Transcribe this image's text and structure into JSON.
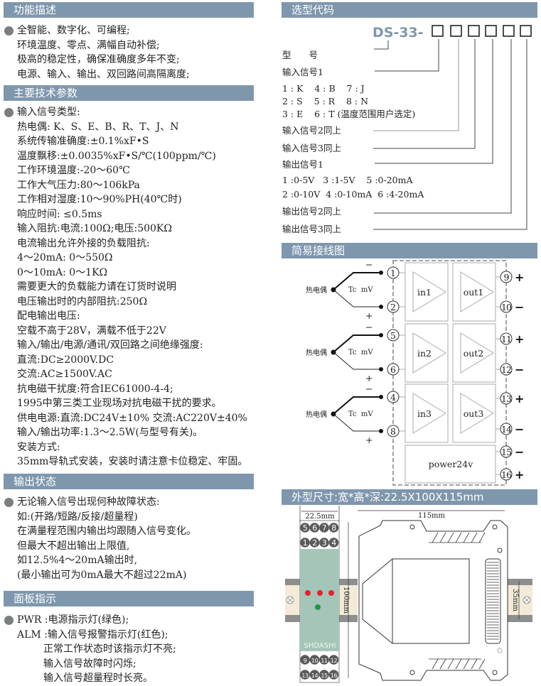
{
  "sections": {
    "function": {
      "title": "功能描述",
      "lines": [
        "全智能、数字化、可编程;",
        "环境温度、零点、满幅自动补偿;",
        "极高的稳定性，确保准确度多年不变;",
        "电源、输入、输出、双回路间高隔离度;"
      ]
    },
    "specs": {
      "title": "主要技术参数",
      "lines": [
        "输入信号类型:",
        "热电偶: K、S、E、B、R、T、J、N",
        "系统传输准确度:±0.1%xF•S",
        "温度飘移:±0.0035%xF•S/℃(100ppm/℃)",
        "工作环境温度:-20～60℃",
        "工作大气压力:80～106kPa",
        "工作相对湿度:10～90%PH(40℃时)",
        "响应时间: ≤0.5ms",
        "输入阻抗:电流:100Ω;电压:500KΩ",
        "电流输出允许外接的负载阻抗:",
        "4～20mA: 0～550Ω",
        "0～10mA: 0～1KΩ",
        "需要更大的负载能力请在订货时说明",
        "电压输出时的内部阻抗:250Ω",
        "配电输出电压:",
        "空载不高于28V，满载不低于22V",
        "输入/输出/电源/通讯/双回路之间绝缘强度:",
        "直流:DC≥2000V.DC",
        "交流:AC≥1500V.AC",
        "抗电磁干扰度:符合IEC61000-4-4;",
        "1995中第三类工业现场对抗电磁干扰的要求。",
        "供电电源:直流:DC24V±10% 交流:AC220V±40%",
        "输入/输出功率:1.3～2.5W(与型号有关)。",
        "安装方式:",
        "35mm导轨式安装，安装时请注意卡位稳定、牢固。"
      ]
    },
    "output": {
      "title": "输出状态",
      "lines": [
        "无论输入信号出现何种故障状态:",
        "如:(开路/短路/反接/超量程)",
        "在满量程范围内输出均跟随入信号变化。",
        "但最大不超出输出上限值,",
        "如12.5%4～20mA输出时,",
        "(最小输出可为0mA最大不超过22mA)"
      ]
    },
    "panel": {
      "title": "面板指示",
      "lines": [
        "PWR :电源指示灯(绿色);",
        "ALM :输入信号报警指示灯(红色);",
        "正常工作状态时该指示灯不亮;",
        "输入信号故障时闪烁;",
        "输入信号超量程时长亮。"
      ]
    }
  },
  "selection": {
    "title": "选型代码",
    "model_code": "DS-33-",
    "model_label": "型　　号",
    "input1": "输入信号1",
    "input_codes": [
      "1 : K    4 : B    7 : J",
      "2 : S    5 : R    8 : N",
      "3 : E    6 : T (温度范围用户选定)"
    ],
    "input2": "输入信号2同上",
    "input3": "输入信号3同上",
    "output1": "输出信号1",
    "output_codes": [
      "1 :0-5V   3 :1-5V    5 :0-20mA",
      "2 :0-10V  4 :0-10mA  6 :4-20mA"
    ],
    "output2": "输出信号2同上",
    "output3": "输出信号3同上"
  },
  "wiring": {
    "title": "简易接线图",
    "sensor_label": "热电偶",
    "tc_label": "Tc  mV",
    "minus": "−",
    "plus": "+",
    "in_blocks": [
      "in1",
      "in2",
      "in3"
    ],
    "out_blocks": [
      "out1",
      "out2",
      "out3"
    ],
    "power_block": "power24v",
    "left_terminals": [
      "1",
      "2",
      "5",
      "6",
      "4",
      "8"
    ],
    "right_terminals": [
      "9",
      "10",
      "11",
      "12",
      "13",
      "14",
      "15",
      "16"
    ],
    "right_signs": [
      "+",
      "−",
      "+",
      "−",
      "+",
      "−",
      "−",
      "+"
    ]
  },
  "dimensions": {
    "title": "外型尺寸:宽*高*深:22.5X100X115mm",
    "width_label": "22.5mm",
    "depth_label": "115mm",
    "height_label": "100mm",
    "rail_label": "35mm",
    "brand": "SHDASHI",
    "top_row1": [
      "5",
      "6",
      "7",
      "8"
    ],
    "top_row2": [
      "1",
      "2",
      "3",
      "4"
    ],
    "bottom_row1": [
      "9",
      "10",
      "11",
      "12"
    ],
    "bottom_row2": [
      "13",
      "14",
      "15",
      "16"
    ],
    "colors": {
      "header": "#7f97ad",
      "module": "#a5c5b8",
      "led_red": "#e8202a",
      "led_green": "#1a9a48",
      "rail": "#f3ead7"
    }
  }
}
